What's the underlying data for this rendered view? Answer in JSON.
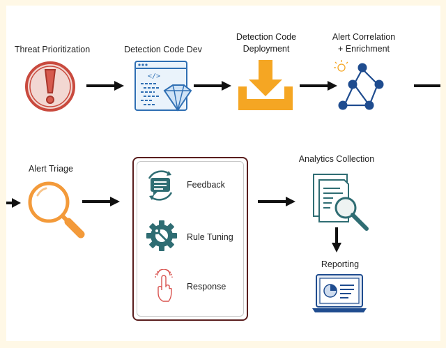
{
  "stages": {
    "threat_prioritization": "Threat Prioritization",
    "detection_code_dev": "Detection Code Dev",
    "detection_code_deployment_1": "Detection Code",
    "detection_code_deployment_2": "Deployment",
    "alert_correlation_1": "Alert Correlation",
    "alert_correlation_2": "+ Enrichment",
    "alert_triage": "Alert Triage",
    "feedback": "Feedback",
    "rule_tuning": "Rule Tuning",
    "response": "Response",
    "analytics_collection": "Analytics Collection",
    "reporting": "Reporting"
  },
  "colors": {
    "outer_border": "#fff4d6",
    "threat_red": "#c94a3e",
    "code_blue": "#2f6fb3",
    "download_orange": "#f5a623",
    "network_navy": "#1f4c8f",
    "triage_orange": "#f39a3a",
    "group_border": "#5a1e1e",
    "feedback_teal": "#2f6d73",
    "response_red": "#d9534f",
    "arrow_black": "#111111"
  },
  "icons": {
    "threat_prioritization": "exclamation-icon",
    "detection_code_dev": "code-window-diamond-icon",
    "detection_code_deployment": "download-tray-icon",
    "alert_correlation": "network-graph-icon",
    "alert_triage": "magnifier-icon",
    "feedback": "chat-cycle-icon",
    "rule_tuning": "gear-wrench-icon",
    "response": "touch-hand-icon",
    "analytics_collection": "document-search-icon",
    "reporting": "laptop-dashboard-icon"
  }
}
